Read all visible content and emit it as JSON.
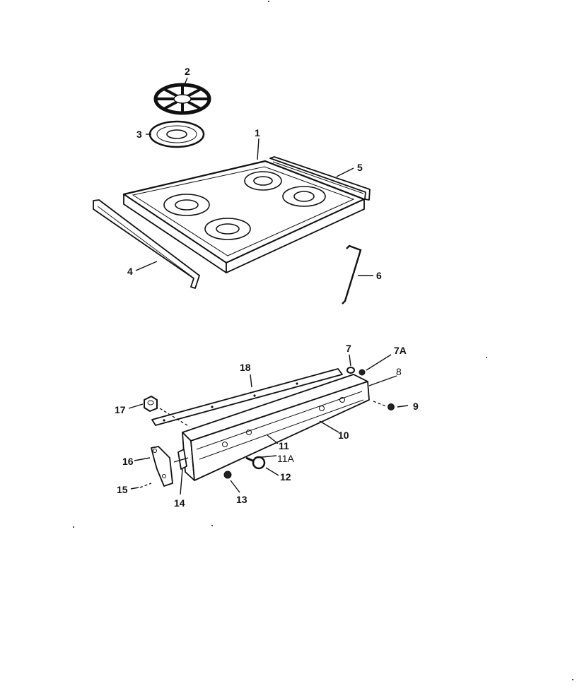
{
  "callouts": {
    "c1": "1",
    "c2": "2",
    "c3": "3",
    "c4": "4",
    "c5": "5",
    "c6": "6",
    "c7": "7",
    "c7a": "7A",
    "c8": "8",
    "c9": "9",
    "c10": "10",
    "c11": "11",
    "c11a": "11A",
    "c12": "12",
    "c13": "13",
    "c14": "14",
    "c15": "15",
    "c16": "16",
    "c17": "17",
    "c18": "18"
  }
}
